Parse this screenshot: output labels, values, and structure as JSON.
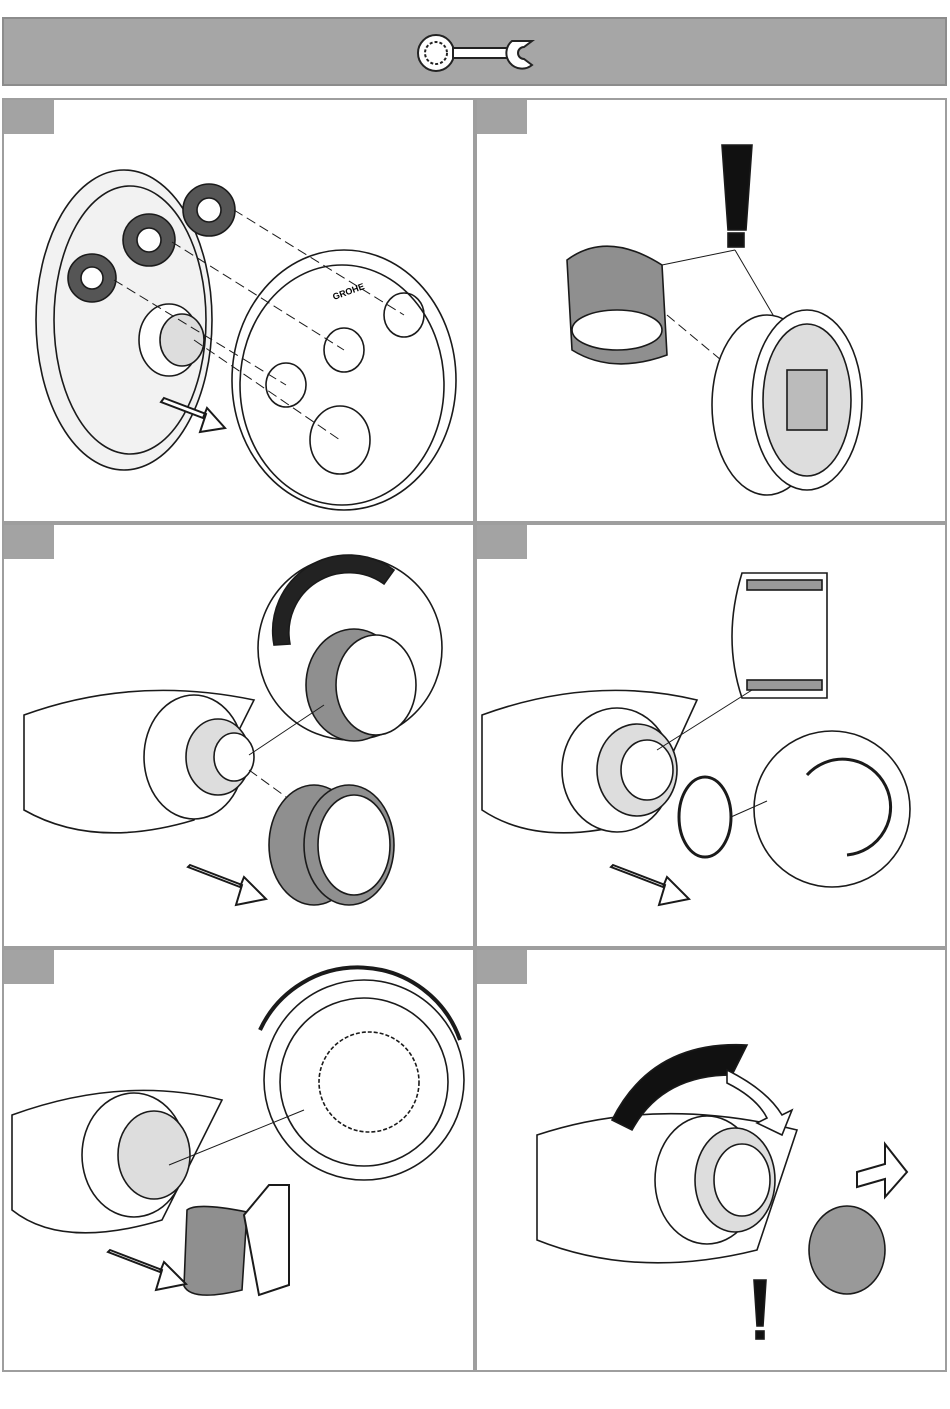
{
  "header": {
    "icon": "wrench-icon"
  },
  "panels": [
    {
      "icon": "cover-plate-installation-illustration",
      "brand": "GROHE"
    },
    {
      "icon": "adapter-ring-warning-illustration",
      "warning": "!"
    },
    {
      "icon": "sleeve-rotation-illustration"
    },
    {
      "icon": "retaining-ring-illustration"
    },
    {
      "icon": "spline-adapter-illustration"
    },
    {
      "icon": "handle-cap-illustration",
      "warning": "!"
    }
  ],
  "colors": {
    "header": "#a6a6a6",
    "border": "#9e9e9e",
    "part_fill": "#8f8f8f",
    "outline": "#1a1a1a"
  }
}
